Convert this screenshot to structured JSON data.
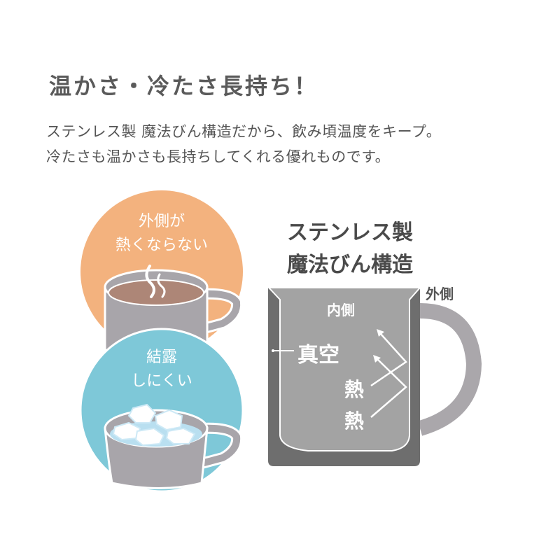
{
  "header": {
    "title": "温かさ・冷たさ長持ち！"
  },
  "description": {
    "line1": "ステンレス製 魔法びん構造だから、飲み頃温度をキープ。",
    "line2": "冷たさも温かさも長持ちしてくれる優れものです。"
  },
  "hot_circle": {
    "line1": "外側が",
    "line2": "熱くならない",
    "color": "#f3b27e",
    "icon": "hot-coffee-mug-icon"
  },
  "cold_circle": {
    "line1": "結露",
    "line2": "しにくい",
    "color": "#7ec8d8",
    "icon": "iced-drink-mug-icon"
  },
  "diagram": {
    "title_line1": "ステンレス製",
    "title_line2": "魔法びん構造",
    "outside_label": "外側",
    "inside_label": "内側",
    "vacuum_label": "真空",
    "heat_label_1": "熱",
    "heat_label_2": "熱",
    "outer_wall_color": "#6e6e6e",
    "inner_color": "#a3a3a3",
    "handle_color": "#aaa7ab"
  }
}
